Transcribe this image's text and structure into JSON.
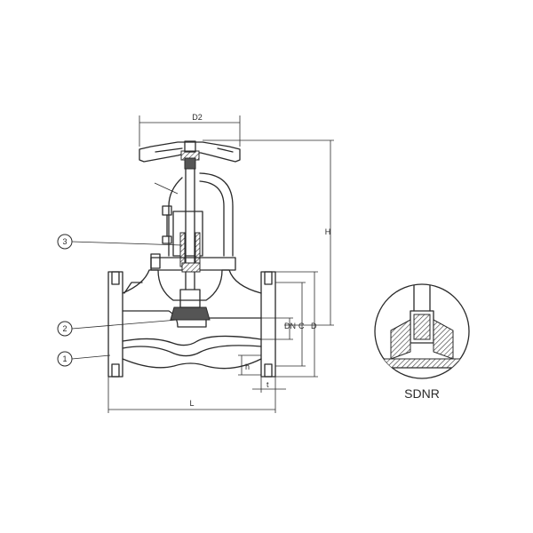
{
  "dimensions": {
    "d2": "D2",
    "h_total": "H",
    "dn": "DN",
    "c": "C",
    "d": "D",
    "h_small": "h",
    "t": "t",
    "l": "L"
  },
  "callouts": [
    "1",
    "2",
    "3"
  ],
  "detail_label": "SDNR"
}
